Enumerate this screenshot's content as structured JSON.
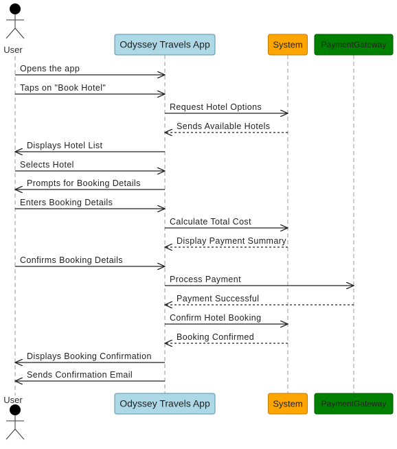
{
  "participants": [
    {
      "id": "user",
      "label": "User",
      "kind": "actor"
    },
    {
      "id": "app",
      "label": "Odyssey Travels App",
      "kind": "box",
      "fill": "#add8e6",
      "stroke": "#5a8fa8",
      "text_color": "#222222"
    },
    {
      "id": "system",
      "label": "System",
      "kind": "box",
      "fill": "#ffa500",
      "stroke": "#c07a00",
      "text_color": "#222222"
    },
    {
      "id": "gateway",
      "label": "PaymentGateway",
      "kind": "box",
      "fill": "#008000",
      "stroke": "#005a00",
      "text_color": "#222222"
    }
  ],
  "messages": [
    {
      "from": "user",
      "to": "app",
      "label": "Opens the app",
      "style": "solid"
    },
    {
      "from": "user",
      "to": "app",
      "label": "Taps on \"Book Hotel\"",
      "style": "solid"
    },
    {
      "from": "app",
      "to": "system",
      "label": "Request Hotel Options",
      "style": "solid"
    },
    {
      "from": "system",
      "to": "app",
      "label": "Sends Available Hotels",
      "style": "dotted"
    },
    {
      "from": "app",
      "to": "user",
      "label": "Displays Hotel List",
      "style": "solid"
    },
    {
      "from": "user",
      "to": "app",
      "label": "Selects Hotel",
      "style": "solid"
    },
    {
      "from": "app",
      "to": "user",
      "label": "Prompts for Booking Details",
      "style": "solid"
    },
    {
      "from": "user",
      "to": "app",
      "label": "Enters Booking Details",
      "style": "solid"
    },
    {
      "from": "app",
      "to": "system",
      "label": "Calculate Total Cost",
      "style": "solid"
    },
    {
      "from": "system",
      "to": "app",
      "label": "Display Payment Summary",
      "style": "dotted"
    },
    {
      "from": "user",
      "to": "app",
      "label": "Confirms Booking Details",
      "style": "solid"
    },
    {
      "from": "app",
      "to": "gateway",
      "label": "Process Payment",
      "style": "solid"
    },
    {
      "from": "gateway",
      "to": "app",
      "label": "Payment Successful",
      "style": "dotted"
    },
    {
      "from": "app",
      "to": "system",
      "label": "Confirm Hotel Booking",
      "style": "solid"
    },
    {
      "from": "system",
      "to": "app",
      "label": "Booking Confirmed",
      "style": "dotted"
    },
    {
      "from": "app",
      "to": "user",
      "label": "Displays Booking Confirmation",
      "style": "solid"
    },
    {
      "from": "app",
      "to": "user",
      "label": "Sends Confirmation Email",
      "style": "solid"
    }
  ]
}
